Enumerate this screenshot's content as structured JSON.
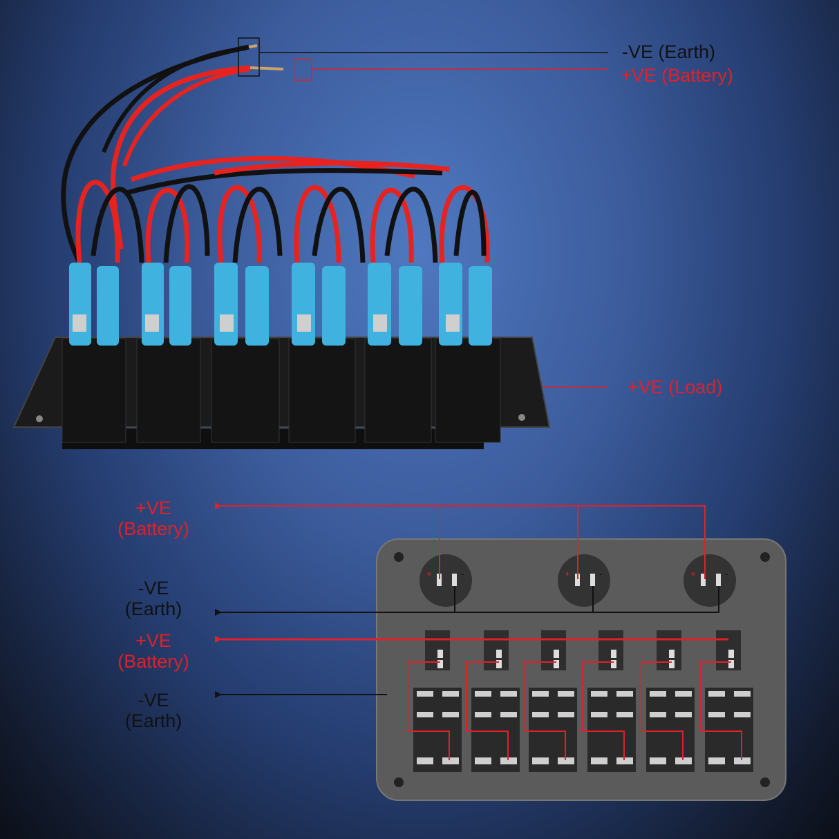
{
  "colors": {
    "wire_red": "#e8231f",
    "wire_black": "#111111",
    "connector_blue": "#3fb2e0",
    "panel_gray": "#5b5b5b",
    "label_red": "#e0202a",
    "label_dark": "#111111"
  },
  "top_labels": {
    "earth": "-VE (Earth)",
    "battery": "+VE (Battery)",
    "load": "+VE (Load)"
  },
  "diagram_labels": {
    "battery_1": {
      "line1": "+VE",
      "line2": "(Battery)"
    },
    "earth_1": {
      "line1": "-VE",
      "line2": "(Earth)"
    },
    "battery_2": {
      "line1": "+VE",
      "line2": "(Battery)"
    },
    "earth_2": {
      "line1": "-VE",
      "line2": "(Earth)"
    }
  },
  "socket_terminal_marks": {
    "plus": "+",
    "minus": "-"
  },
  "counts": {
    "switches": 6,
    "sockets": 3
  }
}
